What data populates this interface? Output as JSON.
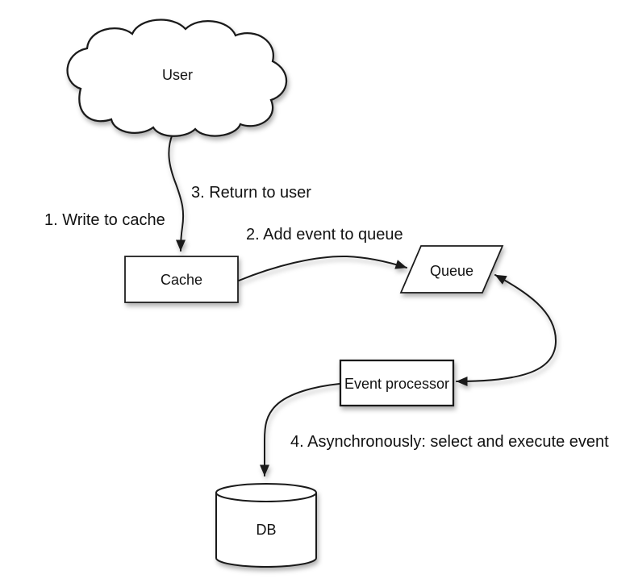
{
  "nodes": {
    "user": {
      "label": "User",
      "shape": "cloud"
    },
    "cache": {
      "label": "Cache",
      "shape": "rectangle"
    },
    "queue": {
      "label": "Queue",
      "shape": "parallelogram"
    },
    "event_processor": {
      "label": "Event processor",
      "shape": "rectangle"
    },
    "db": {
      "label": "DB",
      "shape": "cylinder"
    }
  },
  "annotations": {
    "step1": "1. Write to cache",
    "step2": "2. Add event to queue",
    "step3": "3. Return to user",
    "step4": "4. Asynchronously: select and execute event"
  },
  "colors": {
    "background": "#ffffff",
    "shape_stroke": "#1a1a1a",
    "shape_fill": "#ffffff",
    "text": "#121212"
  }
}
